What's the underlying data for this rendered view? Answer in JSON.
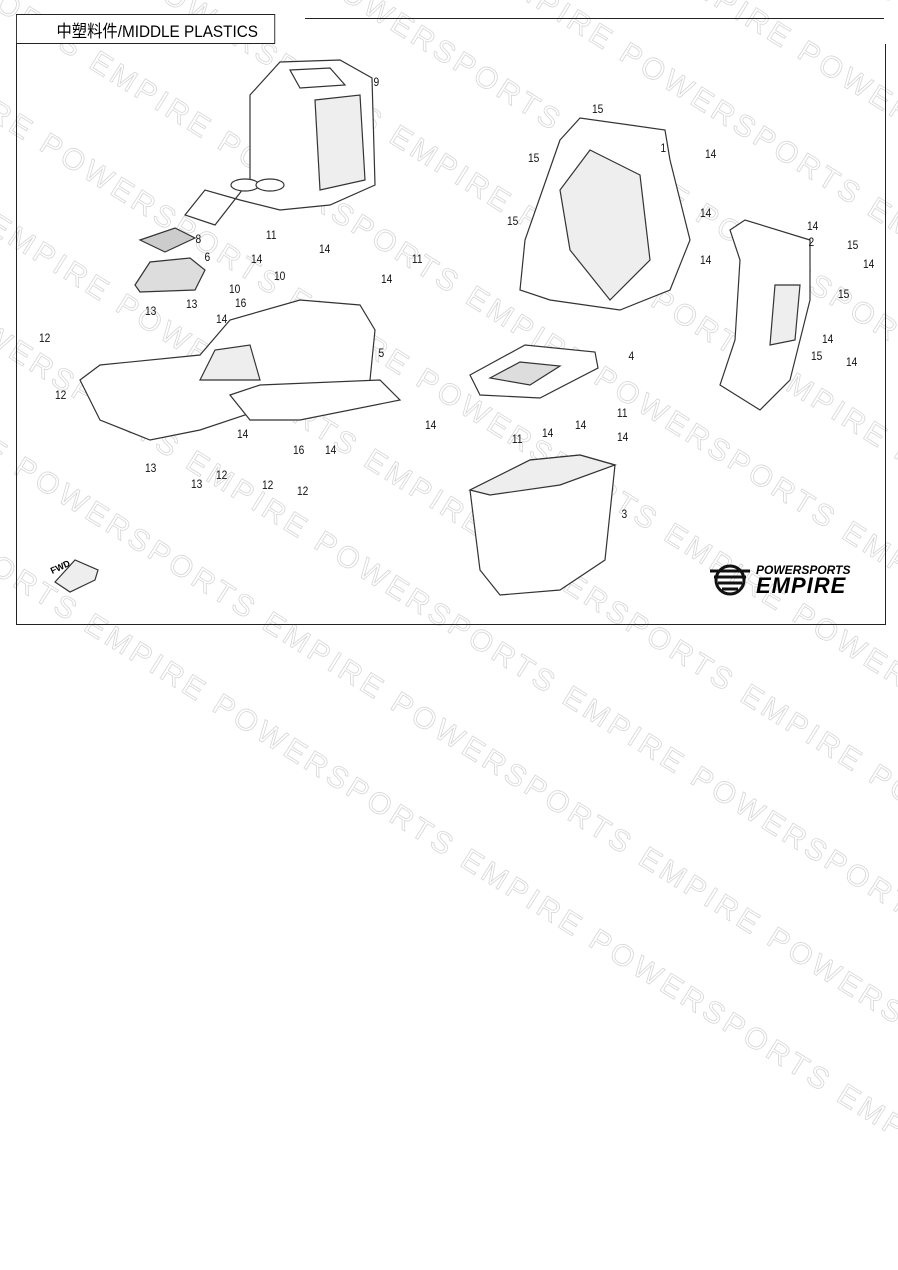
{
  "title": "中塑料件/MIDDLE PLASTICS",
  "watermark": "POWERSPORTS EMPIRE",
  "logo": {
    "line1": "POWERSPORTS",
    "line2": "EMPIRE"
  },
  "fwd_label": "FWD",
  "callouts": [
    "9",
    "8",
    "6",
    "11",
    "14",
    "14",
    "10",
    "10",
    "16",
    "13",
    "13",
    "14",
    "14",
    "11",
    "5",
    "12",
    "12",
    "13",
    "13",
    "12",
    "12",
    "12",
    "16",
    "14",
    "14",
    "14",
    "15",
    "15",
    "15",
    "14",
    "14",
    "14",
    "1",
    "14",
    "2",
    "15",
    "14",
    "15",
    "14",
    "15",
    "14",
    "4",
    "11",
    "11",
    "14",
    "14",
    "14",
    "3"
  ]
}
